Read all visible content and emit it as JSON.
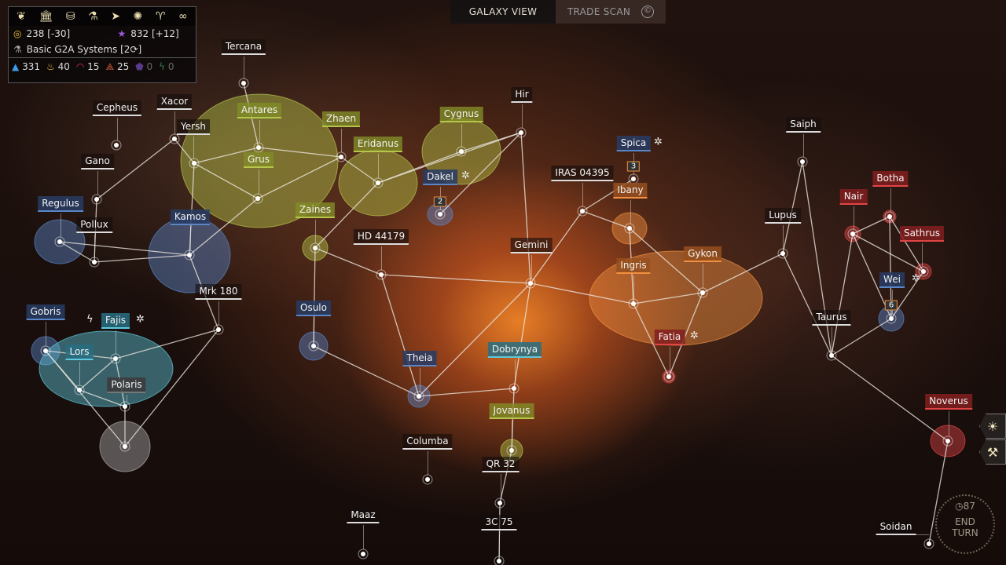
{
  "hud": {
    "tabs_icons": [
      "laurel-icon",
      "senate-icon",
      "coins-icon",
      "science-flask-icon",
      "military-ship-icon",
      "sun-emblem-icon",
      "trophy-icon",
      "diplomacy-handshake-icon"
    ],
    "dust": "238 [-30]",
    "influence": "832 [+12]",
    "research": "Basic G2A Systems [2",
    "research_suffix": "]",
    "resources": [
      {
        "icon": "food",
        "value": "331",
        "color": "#3d9be9"
      },
      {
        "icon": "industry",
        "value": "40",
        "color": "#f0c040"
      },
      {
        "icon": "approval",
        "value": "15",
        "color": "#e0306a"
      },
      {
        "icon": "strategic",
        "value": "25",
        "color": "#e06040"
      },
      {
        "icon": "luxury",
        "value": "0",
        "color": "#5a3a8a"
      },
      {
        "icon": "energy",
        "value": "0",
        "color": "#2f7a4a"
      }
    ]
  },
  "tabs": {
    "galaxy": "GALAXY VIEW",
    "trade": "TRADE SCAN"
  },
  "end_turn": {
    "turn": "87",
    "label1": "END",
    "label2": "TURN"
  },
  "systems": [
    "Tercana",
    "Cepheus",
    "Xacor",
    "Yersh",
    "Antares",
    "Grus",
    "Zhaen",
    "Eridanus",
    "Cygnus",
    "Hir",
    "Dakel",
    "Gano",
    "Regulus",
    "Pollux",
    "Kamos",
    "Zaines",
    "HD 44179",
    "Gemini",
    "IRAS 04395",
    "Spica",
    "Ibany",
    "Ingris",
    "Gykon",
    "Fatia",
    "Saiph",
    "Lupus",
    "Nair",
    "Botha",
    "Sathrus",
    "Wei",
    "Taurus",
    "Noverus",
    "Mrk 180",
    "Gobris",
    "Fajis",
    "Lors",
    "Polaris",
    "Osulo",
    "Theia",
    "Dobrynya",
    "Jovanus",
    "Columba",
    "QR 32",
    "Maaz",
    "3C 75",
    "Soidan"
  ],
  "fleet_counts": {
    "dakel": "2",
    "spica": "3",
    "wei": "6"
  },
  "colors": {
    "green": "#b5c64a",
    "blue": "#5a86c8",
    "cyan": "#5fc8dc",
    "orange": "#f09040",
    "red": "#e04545"
  }
}
